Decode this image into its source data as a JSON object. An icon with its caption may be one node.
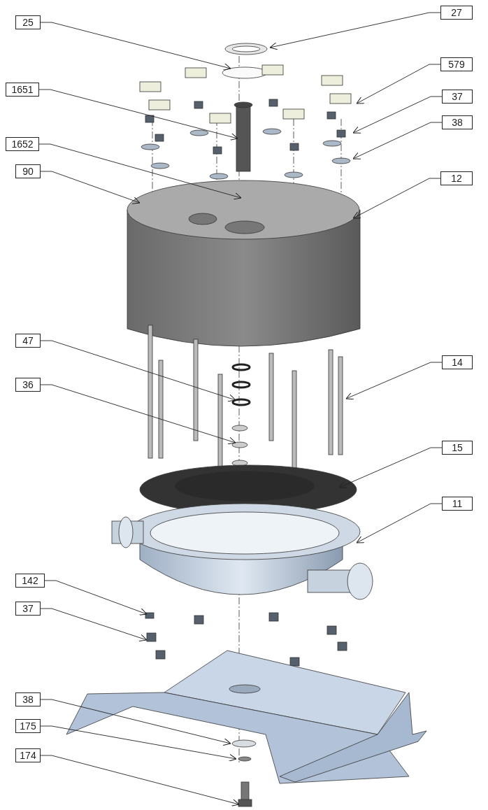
{
  "diagram": {
    "nodes": [
      {
        "text": [
          "27"
        ]
      },
      {
        "text": [
          "25"
        ]
      },
      {
        "text": [
          "579"
        ]
      },
      {
        "text": [
          "1651"
        ]
      },
      {
        "text": [
          "37"
        ]
      },
      {
        "text": [
          "38"
        ]
      },
      {
        "text": [
          "1652"
        ]
      },
      {
        "text": [
          "90"
        ]
      },
      {
        "text": [
          "12"
        ]
      },
      {
        "text": [
          "47"
        ]
      },
      {
        "text": [
          "14"
        ]
      },
      {
        "text": [
          "36"
        ]
      },
      {
        "text": [
          "15"
        ]
      },
      {
        "text": [
          "11"
        ]
      },
      {
        "text": [
          "142"
        ]
      },
      {
        "text": [
          "37"
        ]
      },
      {
        "text": [
          "38"
        ]
      },
      {
        "text": [
          "175"
        ]
      },
      {
        "text": [
          "174"
        ]
      }
    ],
    "edges": [
      {
        "from": 0,
        "to": null,
        "arrow": "to"
      },
      {
        "from": 1,
        "to": null,
        "arrow": "to"
      },
      {
        "from": 2,
        "to": null,
        "arrow": "to"
      },
      {
        "from": 3,
        "to": null,
        "arrow": "to"
      },
      {
        "from": 4,
        "to": null,
        "arrow": "to"
      },
      {
        "from": 5,
        "to": null,
        "arrow": "to"
      },
      {
        "from": 6,
        "to": null,
        "arrow": "to"
      },
      {
        "from": 7,
        "to": null,
        "arrow": "to"
      },
      {
        "from": 8,
        "to": null,
        "arrow": "to"
      },
      {
        "from": 9,
        "to": null,
        "arrow": "to"
      },
      {
        "from": 10,
        "to": null,
        "arrow": "to"
      },
      {
        "from": 11,
        "to": null,
        "arrow": "to"
      },
      {
        "from": 12,
        "to": null,
        "arrow": "to"
      },
      {
        "from": 13,
        "to": null,
        "arrow": "to"
      },
      {
        "from": 14,
        "to": null,
        "arrow": "to"
      },
      {
        "from": 15,
        "to": null,
        "arrow": "to"
      },
      {
        "from": 16,
        "to": null,
        "arrow": "to"
      },
      {
        "from": 17,
        "to": null,
        "arrow": "to"
      },
      {
        "from": 18,
        "to": null,
        "arrow": "to"
      }
    ]
  }
}
